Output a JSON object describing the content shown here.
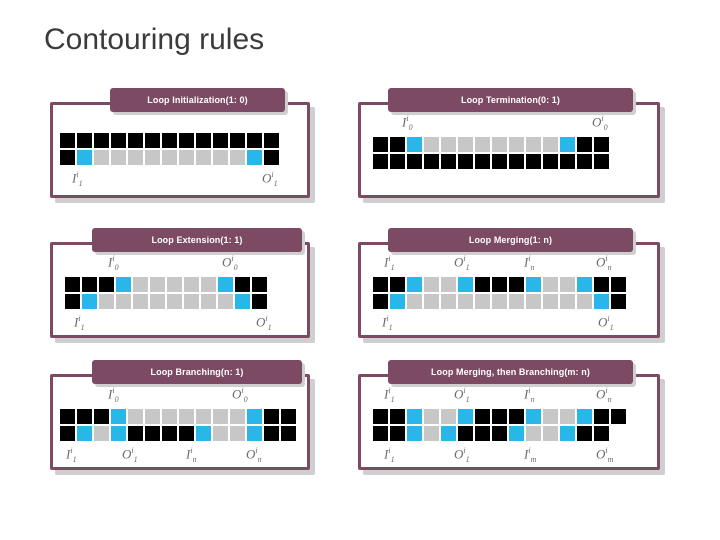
{
  "slide": {
    "title": "Contouring rules"
  },
  "palette": {
    "header_bg": "#7d4a63",
    "border": "#7d4a63",
    "black": "#000000",
    "gray": "#c7c7c7",
    "cyan": "#29b6e8",
    "white": "#ffffff",
    "label": "#6b6b6b",
    "title": "#3b3b3b"
  },
  "panels": [
    {
      "id": "loop-initialization",
      "header": "Loop Initialization(1: 0)",
      "rows": [
        [
          "black",
          "black",
          "black",
          "black",
          "black",
          "black",
          "black",
          "black",
          "black",
          "black",
          "black",
          "black",
          "black"
        ],
        [
          "black",
          "cyan",
          "gray",
          "gray",
          "gray",
          "gray",
          "gray",
          "gray",
          "gray",
          "gray",
          "gray",
          "cyan",
          "black"
        ]
      ],
      "labels": [
        {
          "text": "I",
          "sup": "",
          "sub": "i1",
          "mode": "sub"
        },
        {
          "text": "O",
          "sup": "",
          "sub": "i1",
          "mode": "sub"
        }
      ]
    },
    {
      "id": "loop-termination",
      "header": "Loop Termination(0: 1)",
      "rows": [
        [
          "black",
          "black",
          "cyan",
          "gray",
          "gray",
          "gray",
          "gray",
          "gray",
          "gray",
          "gray",
          "gray",
          "cyan",
          "black",
          "black"
        ],
        [
          "black",
          "black",
          "black",
          "black",
          "black",
          "black",
          "black",
          "black",
          "black",
          "black",
          "black",
          "black",
          "black",
          "black"
        ]
      ],
      "labels": [
        {
          "text": "I",
          "sub": "i0",
          "mode": "sup"
        },
        {
          "text": "O",
          "sub": "i0",
          "mode": "sup"
        }
      ]
    },
    {
      "id": "loop-extension",
      "header": "Loop Extension(1: 1)",
      "rows": [
        [
          "black",
          "black",
          "black",
          "cyan",
          "gray",
          "gray",
          "gray",
          "gray",
          "gray",
          "cyan",
          "black",
          "black"
        ],
        [
          "black",
          "cyan",
          "gray",
          "gray",
          "gray",
          "gray",
          "gray",
          "gray",
          "gray",
          "gray",
          "cyan",
          "black"
        ]
      ],
      "labels": [
        {
          "text": "I",
          "sub": "i0",
          "mode": "sup"
        },
        {
          "text": "O",
          "sub": "i0",
          "mode": "sup"
        },
        {
          "text": "I",
          "sub": "i1",
          "mode": "sub"
        },
        {
          "text": "O",
          "sub": "i1",
          "mode": "sub"
        }
      ]
    },
    {
      "id": "loop-merging",
      "header": "Loop Merging(1: n)",
      "rows": [
        [
          "black",
          "black",
          "cyan",
          "gray",
          "gray",
          "cyan",
          "black",
          "black",
          "black",
          "cyan",
          "gray",
          "gray",
          "cyan",
          "black",
          "black"
        ],
        [
          "black",
          "cyan",
          "gray",
          "gray",
          "gray",
          "gray",
          "gray",
          "gray",
          "gray",
          "gray",
          "gray",
          "gray",
          "gray",
          "cyan",
          "black"
        ]
      ],
      "labels": [
        {
          "text": "I",
          "sup": "i0",
          "sub": "1",
          "mode": "both"
        },
        {
          "text": "O",
          "sup": "i0",
          "sub": "1",
          "mode": "both"
        },
        {
          "text": "I",
          "sup": "i0",
          "sub": "n",
          "mode": "both"
        },
        {
          "text": "O",
          "sup": "i0",
          "sub": "n",
          "mode": "both"
        },
        {
          "text": "I",
          "sub": "i1",
          "mode": "sub"
        },
        {
          "text": "O",
          "sub": "i1",
          "mode": "sub"
        }
      ]
    },
    {
      "id": "loop-branching",
      "header": "Loop Branching(n: 1)",
      "rows": [
        [
          "black",
          "black",
          "black",
          "cyan",
          "gray",
          "gray",
          "gray",
          "gray",
          "gray",
          "gray",
          "gray",
          "cyan",
          "black",
          "black"
        ],
        [
          "black",
          "cyan",
          "gray",
          "cyan",
          "black",
          "black",
          "black",
          "black",
          "cyan",
          "gray",
          "gray",
          "cyan",
          "black",
          "black"
        ]
      ],
      "labels": [
        {
          "text": "I",
          "sub": "i0",
          "mode": "sup"
        },
        {
          "text": "O",
          "sub": "i0",
          "mode": "sup"
        },
        {
          "text": "I",
          "sup": "i1",
          "sub": "1",
          "mode": "both"
        },
        {
          "text": "O",
          "sup": "i1",
          "sub": "1",
          "mode": "both"
        },
        {
          "text": "I",
          "sup": "i1",
          "sub": "n",
          "mode": "both"
        },
        {
          "text": "O",
          "sup": "i1",
          "sub": "n",
          "mode": "both"
        }
      ]
    },
    {
      "id": "loop-merging-then-branching",
      "header": "Loop Merging, then Branching(m: n)",
      "rows": [
        [
          "black",
          "black",
          "cyan",
          "gray",
          "gray",
          "cyan",
          "black",
          "black",
          "black",
          "cyan",
          "gray",
          "gray",
          "cyan",
          "black",
          "black"
        ],
        [
          "black",
          "black",
          "cyan",
          "gray",
          "cyan",
          "black",
          "black",
          "black",
          "cyan",
          "gray",
          "gray",
          "cyan",
          "black",
          "black"
        ]
      ],
      "labels": [
        {
          "text": "I",
          "sup": "i0",
          "sub": "1",
          "mode": "both"
        },
        {
          "text": "O",
          "sup": "i0",
          "sub": "1",
          "mode": "both"
        },
        {
          "text": "I",
          "sup": "i0",
          "sub": "n",
          "mode": "both"
        },
        {
          "text": "O",
          "sup": "i0",
          "sub": "n",
          "mode": "both"
        },
        {
          "text": "I",
          "sup": "i1",
          "sub": "1",
          "mode": "both"
        },
        {
          "text": "O",
          "sup": "i1",
          "sub": "1",
          "mode": "both"
        },
        {
          "text": "I",
          "sup": "i1",
          "sub": "m",
          "mode": "both"
        },
        {
          "text": "O",
          "sup": "i1",
          "sub": "m",
          "mode": "both"
        }
      ]
    }
  ]
}
